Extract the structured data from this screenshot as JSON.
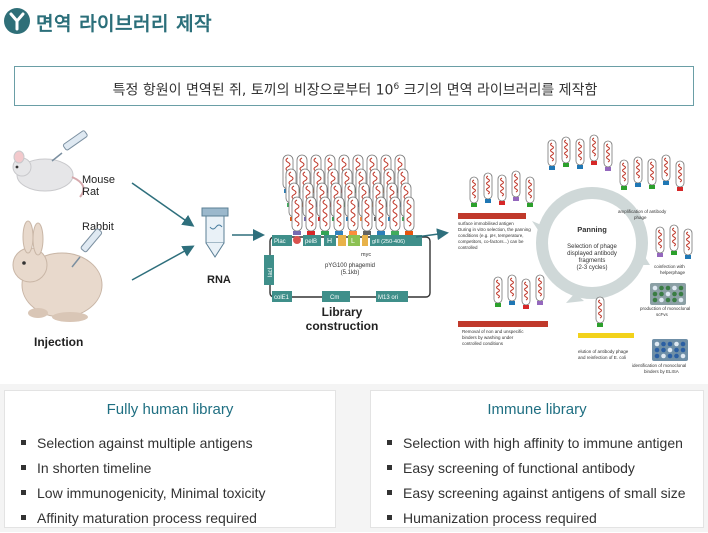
{
  "header": {
    "title": "면역 라이브러리 제작"
  },
  "intro": {
    "text_before": "특정 항원이 면역된 쥐, 토끼의 비장으로부터 10",
    "sup": "6",
    "text_after": " 크기의 면역 라이브러리를 제작함"
  },
  "diagram": {
    "mouse_label": "Mouse",
    "rat_label": "Rat",
    "rabbit_label": "Rabbit",
    "injection_label": "Injection",
    "rna_label": "RNA",
    "phagemid": {
      "plac": "Plac",
      "pelb": "pelB",
      "h": "H",
      "l": "L",
      "gIII": "gIII (250-406)",
      "myc": "myc",
      "laci": "lacI",
      "name": "pYG100 phagemid",
      "size": "(5.1kb)",
      "cole1": "colE1",
      "cm": "Cm",
      "m13": "M13 ori"
    },
    "library_line1": "Library",
    "library_line2": "construction",
    "panning": {
      "title": "Panning",
      "desc1": "Selection of phage",
      "desc2": "displayed antibody",
      "desc3": "fragments",
      "desc4": "(2-3 cycles)",
      "surface1": "surface immobilised antigen",
      "surface2": "During in vitro selection, the panning",
      "surface3": "conditions (e.g. pH, temperature,",
      "surface4": "competitors, co-factors...) can be",
      "surface5": "controlled",
      "amp1": "amplification of antibody",
      "amp2": "phage",
      "inf1": "coinfection with",
      "inf2": "helperphage",
      "prod1": "production of monoclonal",
      "prod2": "scFvs",
      "ident1": "identification of monoclonal",
      "ident2": "binders by ELISA",
      "elu1": "elution of antibody phage",
      "elu2": "and reinfection of E. coli",
      "rem1": "Removal of non and unspecific",
      "rem2": "binders by washing under",
      "rem3": "controlled conditions"
    }
  },
  "panels": {
    "fully_human": {
      "title": "Fully human library",
      "items": [
        "Selection against multiple antigens",
        "In shorten timeline",
        "Low immunogenicity, Minimal toxicity",
        "Affinity maturation process required"
      ]
    },
    "immune": {
      "title": "Immune library",
      "items": [
        "Selection with high affinity to immune antigen",
        "Easy screening of functional antibody",
        "Easy screening against antigens of small size",
        "Humanization process required"
      ]
    }
  },
  "colors": {
    "accent": "#2b6f7a",
    "panel_title": "#1f6f82",
    "arrow": "#2e6f7c",
    "cycle": "#cfd8d8"
  }
}
